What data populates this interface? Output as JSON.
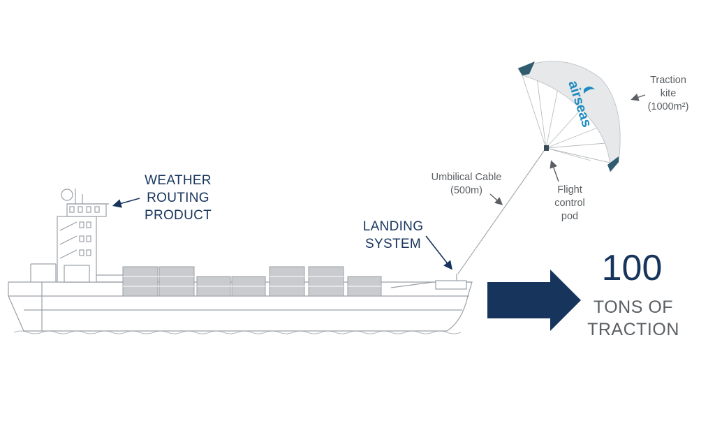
{
  "labels": {
    "weather_routing": "WEATHER\nROUTING\nPRODUCT",
    "landing_system": "LANDING\nSYSTEM",
    "umbilical_cable": "Umbilical Cable\n(500m)",
    "flight_control_pod": "Flight\ncontrol\npod",
    "traction_kite": "Traction\nkite\n(1000m²)"
  },
  "kite_brand": "airseas",
  "traction": {
    "value": "100",
    "text": "TONS OF\nTRACTION"
  },
  "colors": {
    "navy": "#17345c",
    "grey_text": "#5b5f63",
    "ship_line": "#9aa0a6",
    "container_fill": "#c9cbce",
    "kite_tip": "#2f5d6f",
    "kite_brand": "#1f8bc1"
  }
}
